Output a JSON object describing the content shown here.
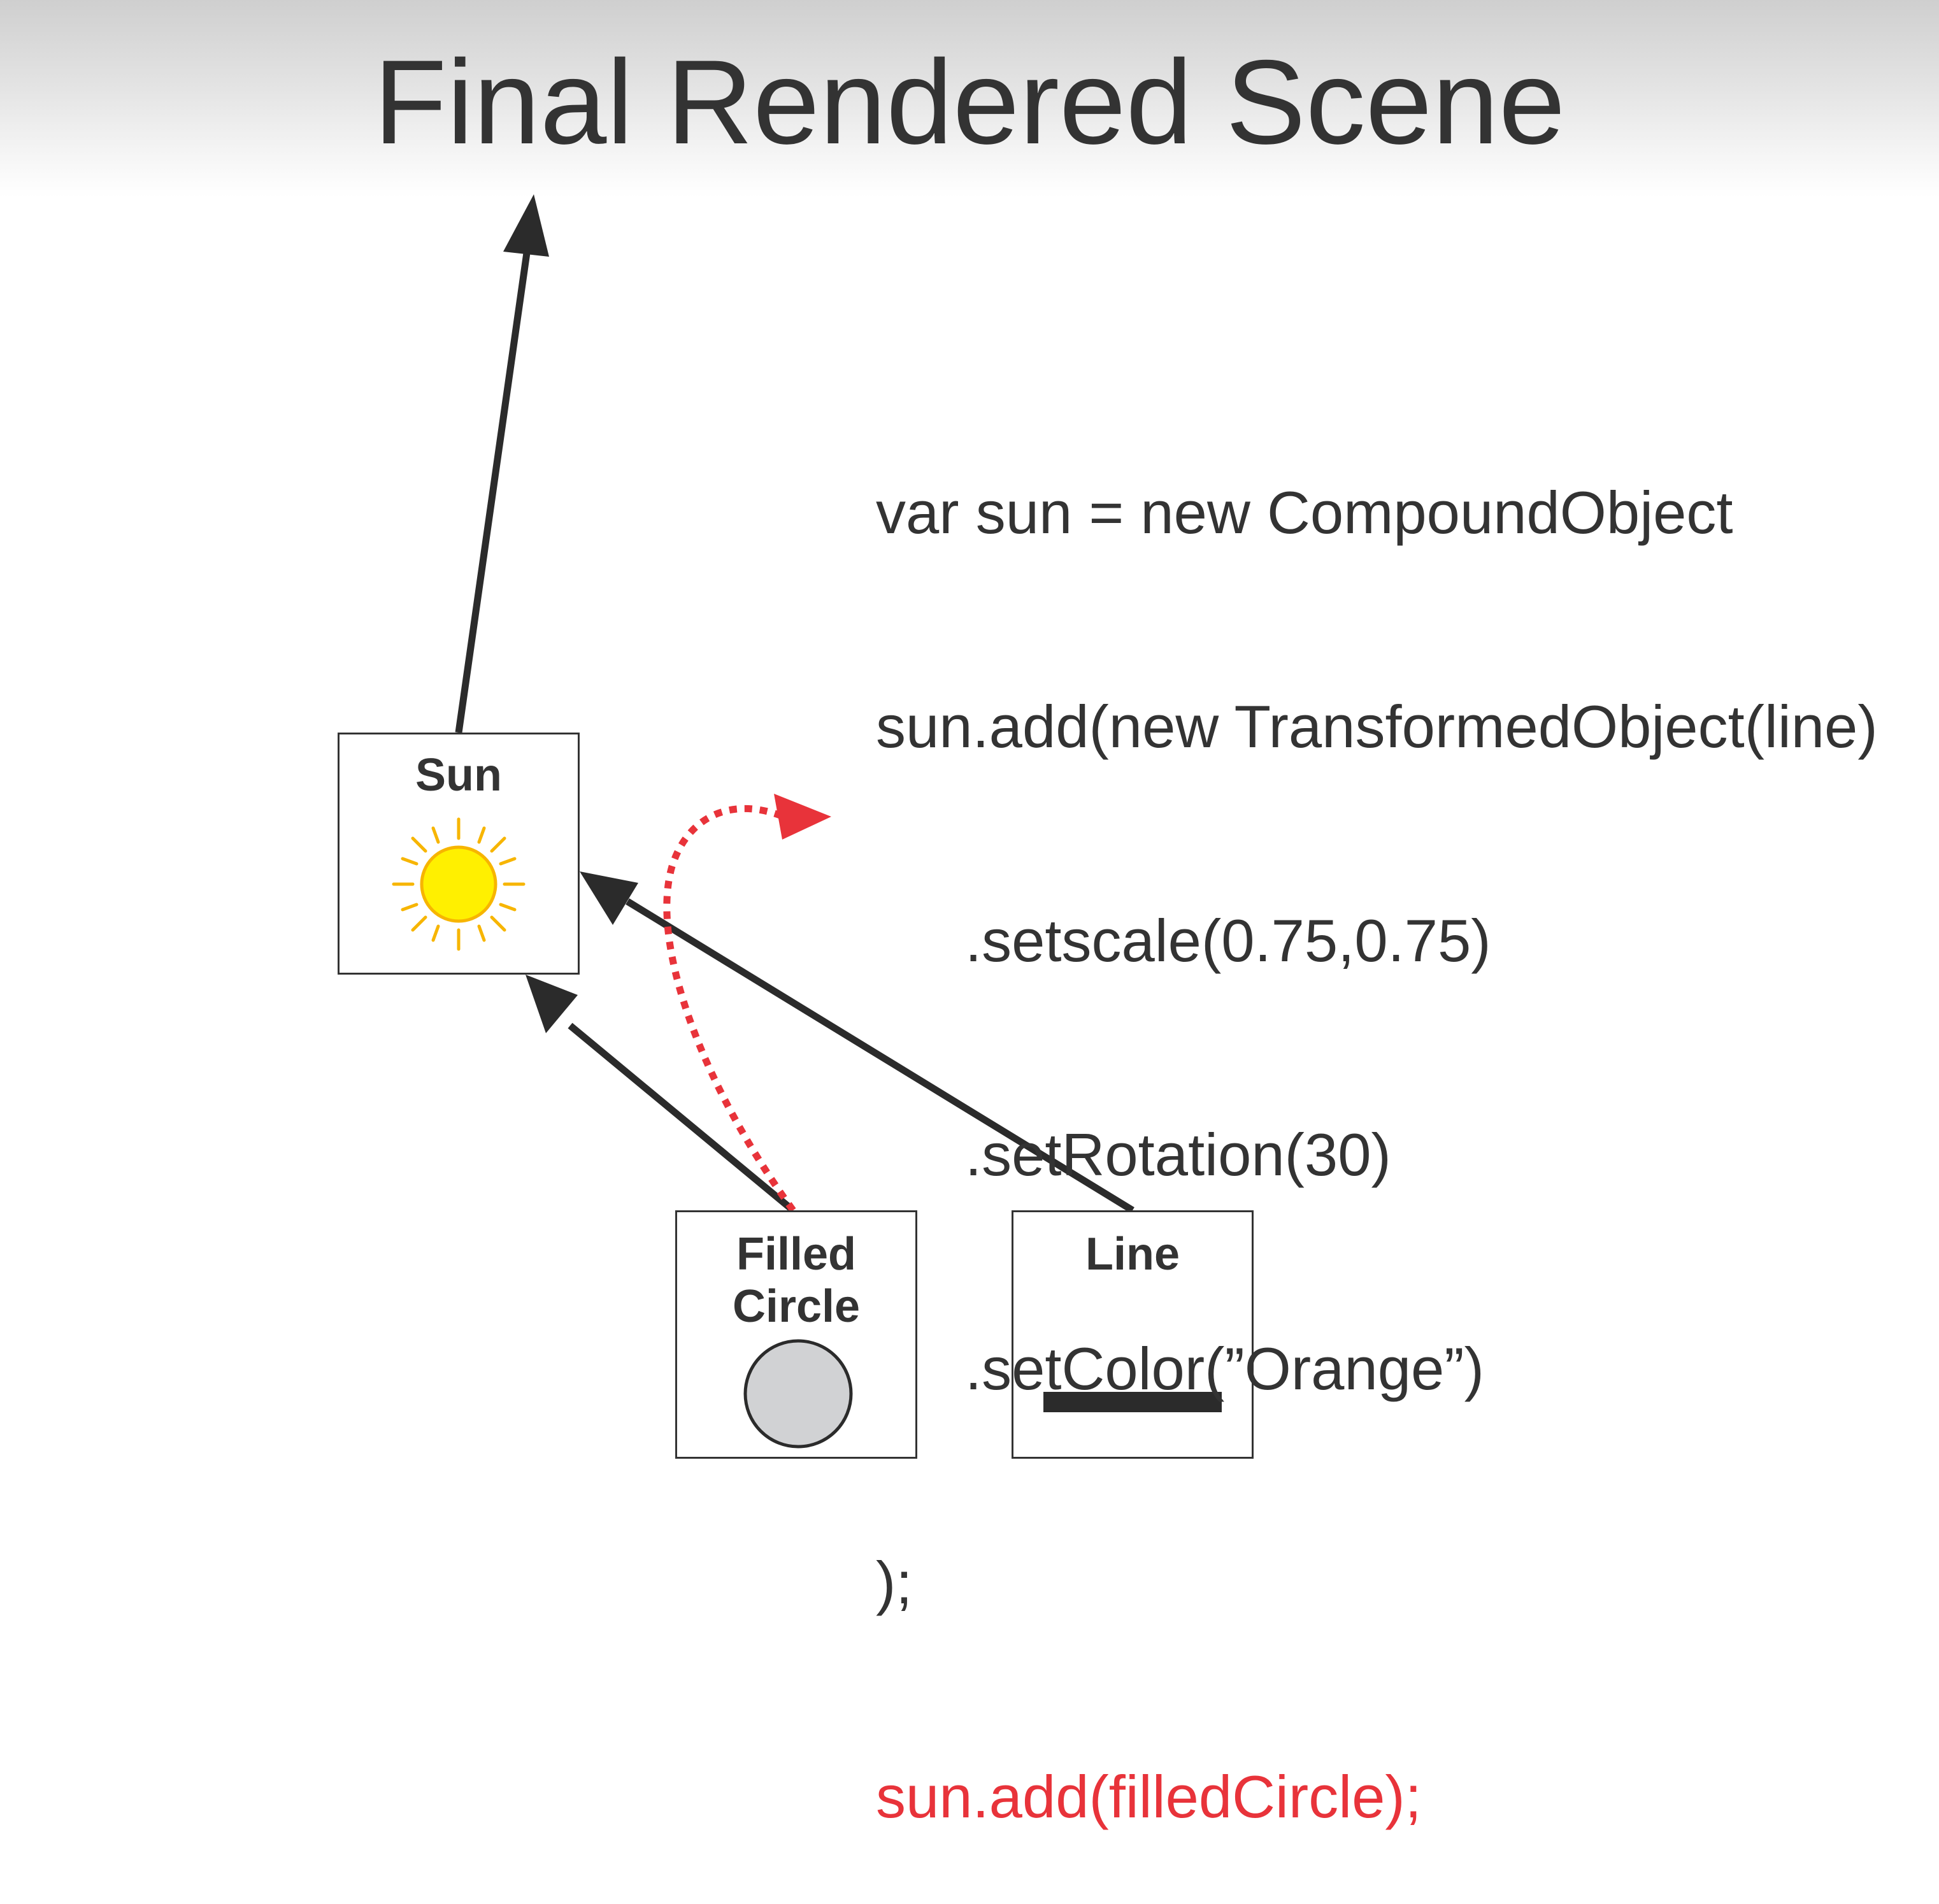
{
  "title": "Final Rendered Scene",
  "nodes": {
    "sun": {
      "label": "Sun",
      "icon": "sun-icon"
    },
    "filled_circle": {
      "label_line1": "Filled",
      "label_line2": "Circle",
      "icon": "filled-circle-icon"
    },
    "line": {
      "label": "Line",
      "icon": "line-icon"
    }
  },
  "code": {
    "lines": [
      "var sun = new CompoundObject",
      "sun.add(new TransformedObject(line)",
      ".setscale(0.75,0.75)",
      ".setRotation(30)",
      ".setColor(”Orange”)",
      ");",
      "sun.add(filledCircle);"
    ]
  },
  "colors": {
    "text": "#333333",
    "highlight": "#e8333a",
    "sun_fill": "#fff000",
    "sun_stroke": "#f7b500",
    "circle_fill": "#d1d2d4",
    "arrow": "#2b2b2b"
  }
}
